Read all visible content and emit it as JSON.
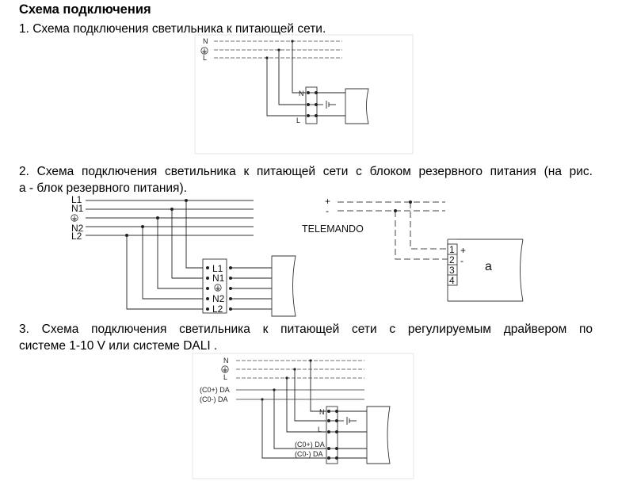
{
  "heading": "Схема подключения",
  "section1": {
    "text": "1. Схема подключения светильника к питающей сети."
  },
  "section2": {
    "line1": "2. Схема подключения светильника к питающей сети с блоком резервного питания  (на рис.",
    "line2": "а - блок резервного питания)."
  },
  "section3": {
    "line1": "3. Схема подключения светильника к питающей сети с регулируемым драйвером по",
    "line2": "системе 1-10 V или системе DALI ."
  },
  "diagram1": {
    "wires": [
      "N",
      "L"
    ],
    "terminals": [
      "N",
      "L"
    ]
  },
  "diagram2": {
    "wires": [
      "L1",
      "N1",
      "N2",
      "L2"
    ],
    "terminals": [
      "L1",
      "N1",
      "N2",
      "L2"
    ],
    "backup": {
      "plus": "+",
      "minus": "-",
      "label": "TELEMANDO",
      "terminals": [
        "1",
        "2",
        "3",
        "4"
      ],
      "term_plus": "+",
      "term_minus": "-",
      "unit_label": "а"
    }
  },
  "diagram3": {
    "wires": [
      "N",
      "L",
      "(C0+)  DA",
      "(C0-)  DA"
    ],
    "terminals": [
      "N",
      "L",
      "(C0+)  DA",
      "(C0-)  DA"
    ]
  }
}
